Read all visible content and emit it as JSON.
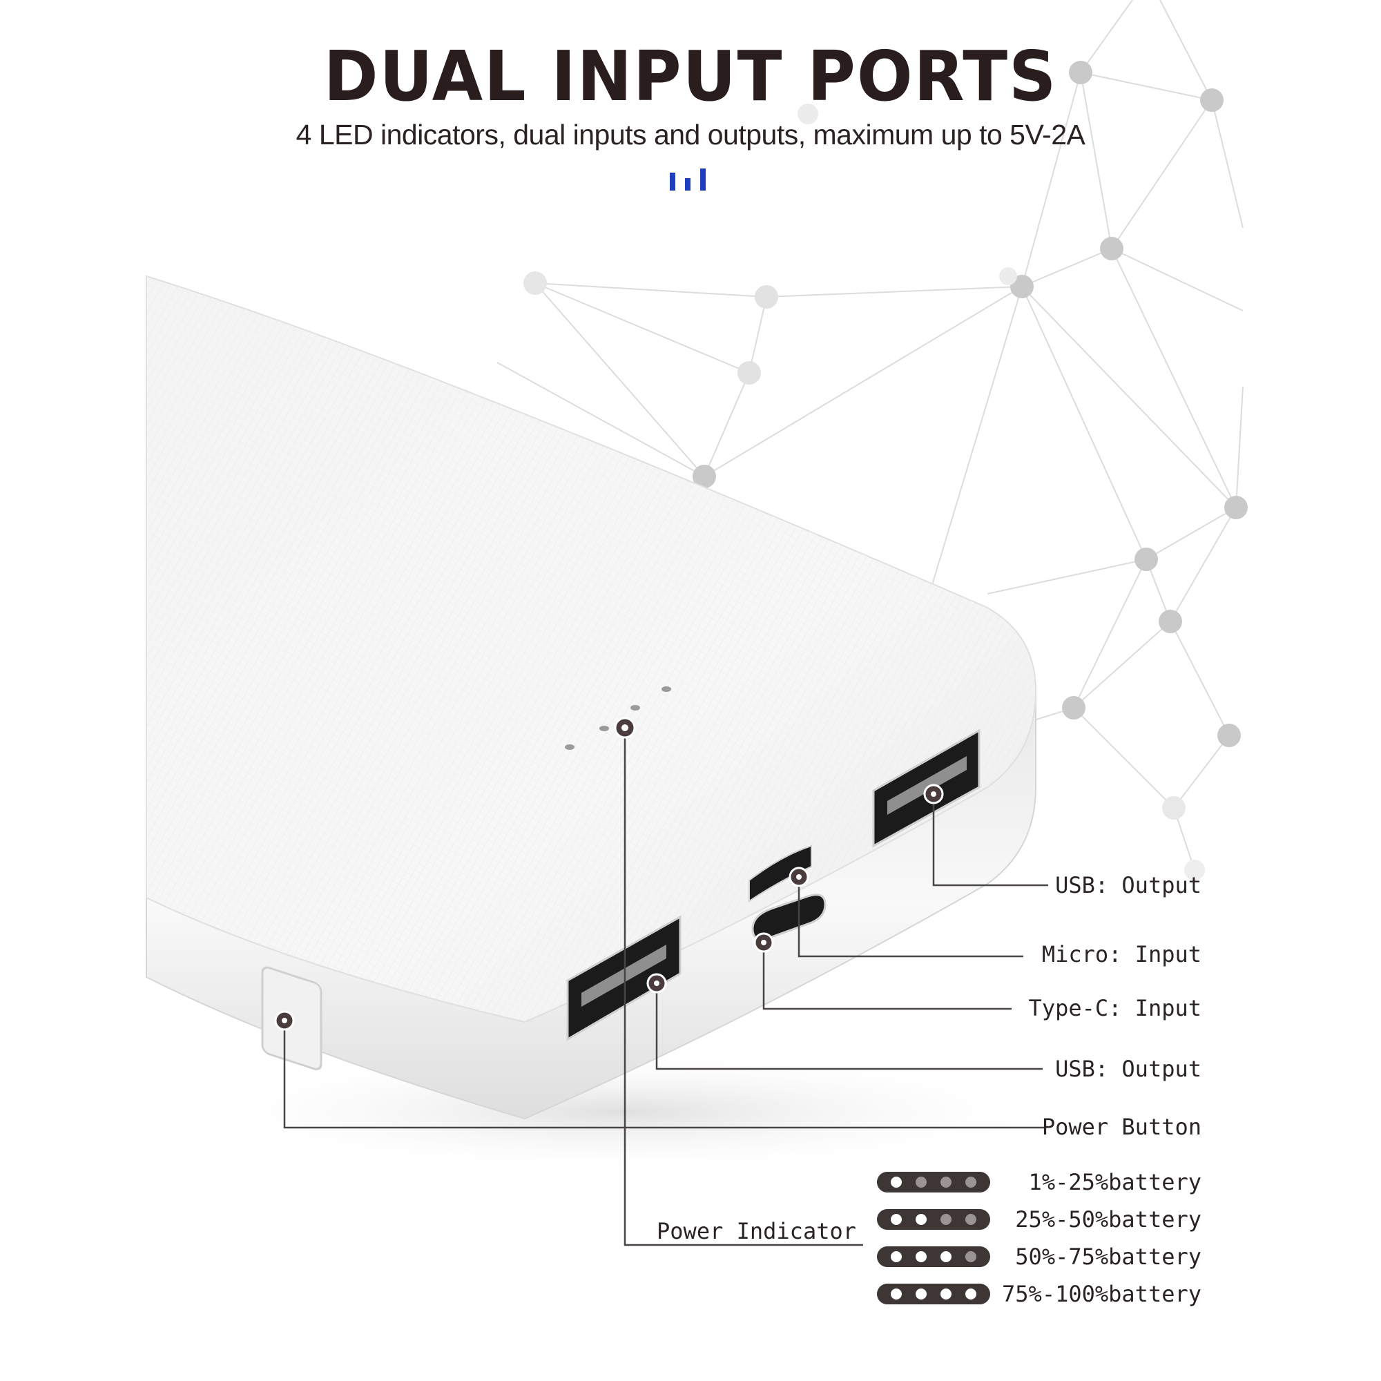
{
  "header": {
    "title": "DUAL INPUT PORTS",
    "subtitle": "4 LED indicators, dual inputs and outputs, maximum up to 5V-2A"
  },
  "colors": {
    "accent": "#1f3fbf",
    "text": "#2a1d1d",
    "node": "#c9c9c9",
    "led_strip": "#3e3535",
    "led_on": "#ffffff",
    "led_off": "#9a9494"
  },
  "callouts": {
    "usb_output_top": "USB: Output",
    "micro_input": "Micro: Input",
    "type_c_input": "Type-C: Input",
    "usb_output_bottom": "USB: Output",
    "power_button": "Power Button",
    "power_indicator": "Power Indicator"
  },
  "battery_levels": [
    {
      "label": "1%-25%battery",
      "leds_lit": 1
    },
    {
      "label": "25%-50%battery",
      "leds_lit": 2
    },
    {
      "label": "50%-75%battery",
      "leds_lit": 3
    },
    {
      "label": "75%-100%battery",
      "leds_lit": 4
    }
  ]
}
